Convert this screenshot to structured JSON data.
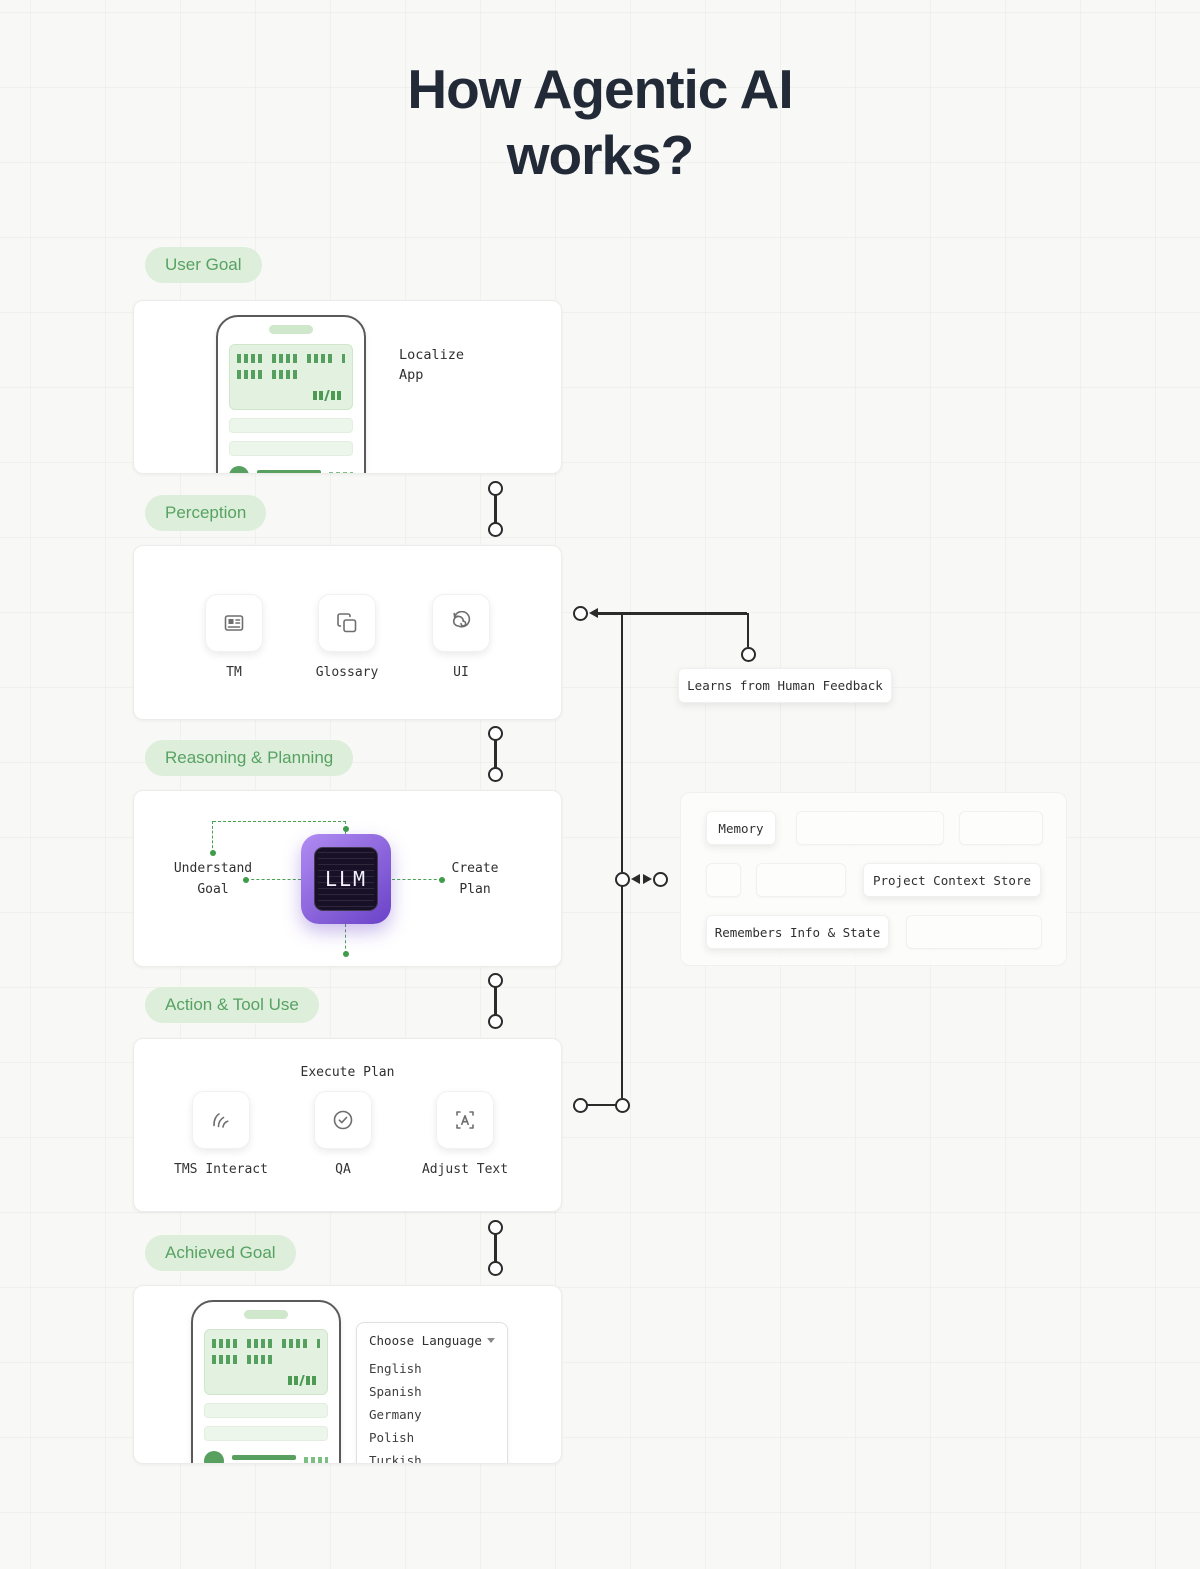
{
  "title": {
    "line1": "How Agentic AI",
    "line2": "works?"
  },
  "colors": {
    "accent_green": "#57a263",
    "badge_bg": "#ddeeda",
    "line_dark": "#2b2b2b",
    "chip_purple": "#6a42c8",
    "dash_green": "#46a24e"
  },
  "flow": {
    "user_goal": {
      "badge": "User Goal",
      "app_label": "Localize App"
    },
    "perception": {
      "badge": "Perception",
      "tools": [
        {
          "icon": "tm-document-icon",
          "label": "TM"
        },
        {
          "icon": "glossary-icon",
          "label": "Glossary"
        },
        {
          "icon": "ui-spiral-icon",
          "label": "UI"
        }
      ]
    },
    "reasoning": {
      "badge": "Reasoning & Planning",
      "understand": "Understand Goal",
      "chip": "LLM",
      "create": "Create Plan"
    },
    "action": {
      "badge": "Action & Tool Use",
      "heading": "Execute Plan",
      "tools": [
        {
          "icon": "tms-interact-icon",
          "label": "TMS Interact"
        },
        {
          "icon": "qa-check-icon",
          "label": "QA"
        },
        {
          "icon": "adjust-text-icon",
          "label": "Adjust Text"
        }
      ]
    },
    "achieved": {
      "badge": "Achieved Goal",
      "language_dropdown": {
        "label": "Choose Language",
        "options": [
          "English",
          "Spanish",
          "Germany",
          "Polish",
          "Turkish"
        ]
      }
    }
  },
  "feedback": {
    "label": "Learns from Human Feedback"
  },
  "memory": {
    "memory_label": "Memory",
    "context_label": "Project Context Store",
    "state_label": "Remembers Info & State"
  }
}
